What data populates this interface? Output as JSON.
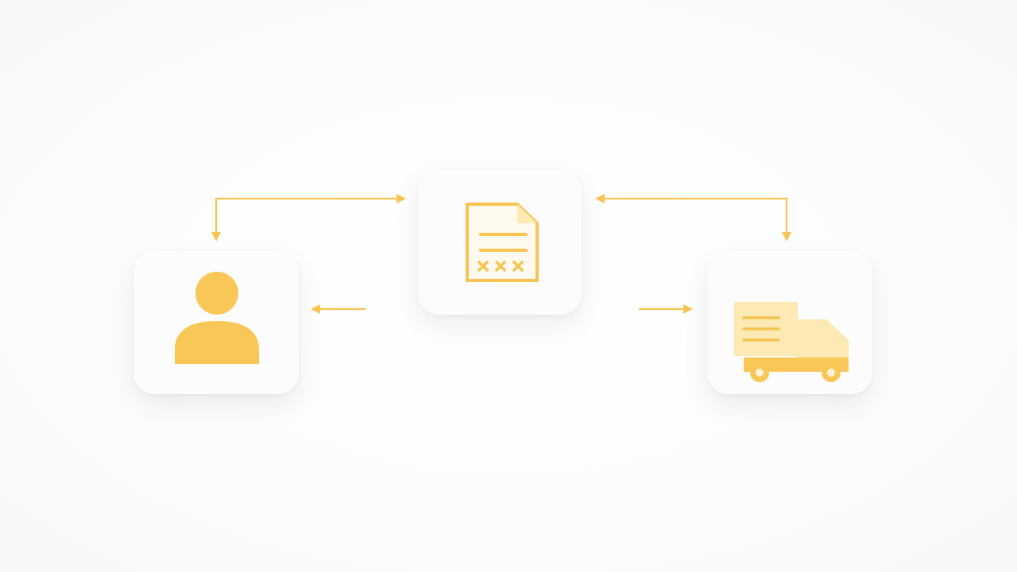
{
  "diagram": {
    "nodes": [
      {
        "id": "customer",
        "icon": "person-icon"
      },
      {
        "id": "invoice",
        "icon": "document-icon"
      },
      {
        "id": "delivery",
        "icon": "delivery-truck-icon"
      }
    ],
    "edges": [
      {
        "from": "invoice",
        "to": "customer",
        "style": "elbow-arrow"
      },
      {
        "from": "invoice",
        "to": "delivery",
        "style": "elbow-arrow"
      },
      {
        "from": "customer",
        "to": "invoice",
        "style": "elbow-arrow"
      },
      {
        "from": "delivery",
        "to": "invoice",
        "style": "elbow-arrow"
      },
      {
        "from": "invoice",
        "to": "customer",
        "style": "short-arrow"
      },
      {
        "from": "invoice",
        "to": "delivery",
        "style": "short-arrow"
      }
    ]
  },
  "colors": {
    "accent": "#f9c757",
    "accent_light": "#fde9b3",
    "card_background": "#fcfcfc",
    "page_background": "#fdfdfd"
  }
}
